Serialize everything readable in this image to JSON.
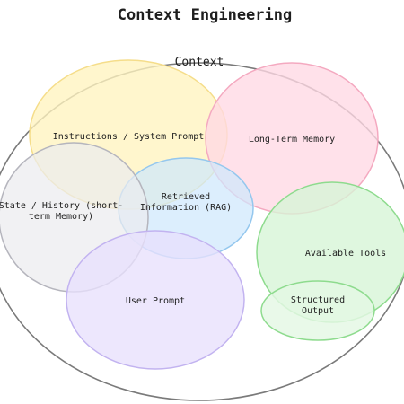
{
  "title": "Context Engineering",
  "container_label": "Context",
  "components": [
    {
      "id": "instructions",
      "label_lines": [
        "Instructions / System Prompt"
      ],
      "color": "#fff3bf",
      "stroke": "#f5dd8a"
    },
    {
      "id": "long-term-memory",
      "label_lines": [
        "Long-Term Memory"
      ],
      "color": "#ffd8e4",
      "stroke": "#f4a9c0"
    },
    {
      "id": "retrieved",
      "label_lines": [
        "Retrieved",
        "Information (RAG)"
      ],
      "color": "#cfe8fc",
      "stroke": "#94c7ee"
    },
    {
      "id": "state-history",
      "label_lines": [
        "State / History (short-",
        "term Memory)"
      ],
      "color": "#ececef",
      "stroke": "#b5b5bd"
    },
    {
      "id": "available-tools",
      "label_lines": [
        "Available Tools"
      ],
      "color": "#d6f5d6",
      "stroke": "#8edb8e"
    },
    {
      "id": "user-prompt",
      "label_lines": [
        "User Prompt"
      ],
      "color": "#e8e0fc",
      "stroke": "#c2b3f0"
    },
    {
      "id": "structured-output",
      "label_lines": [
        "Structured",
        "Output"
      ],
      "color": "#e4f8e4",
      "stroke": "#8edb8e"
    }
  ]
}
